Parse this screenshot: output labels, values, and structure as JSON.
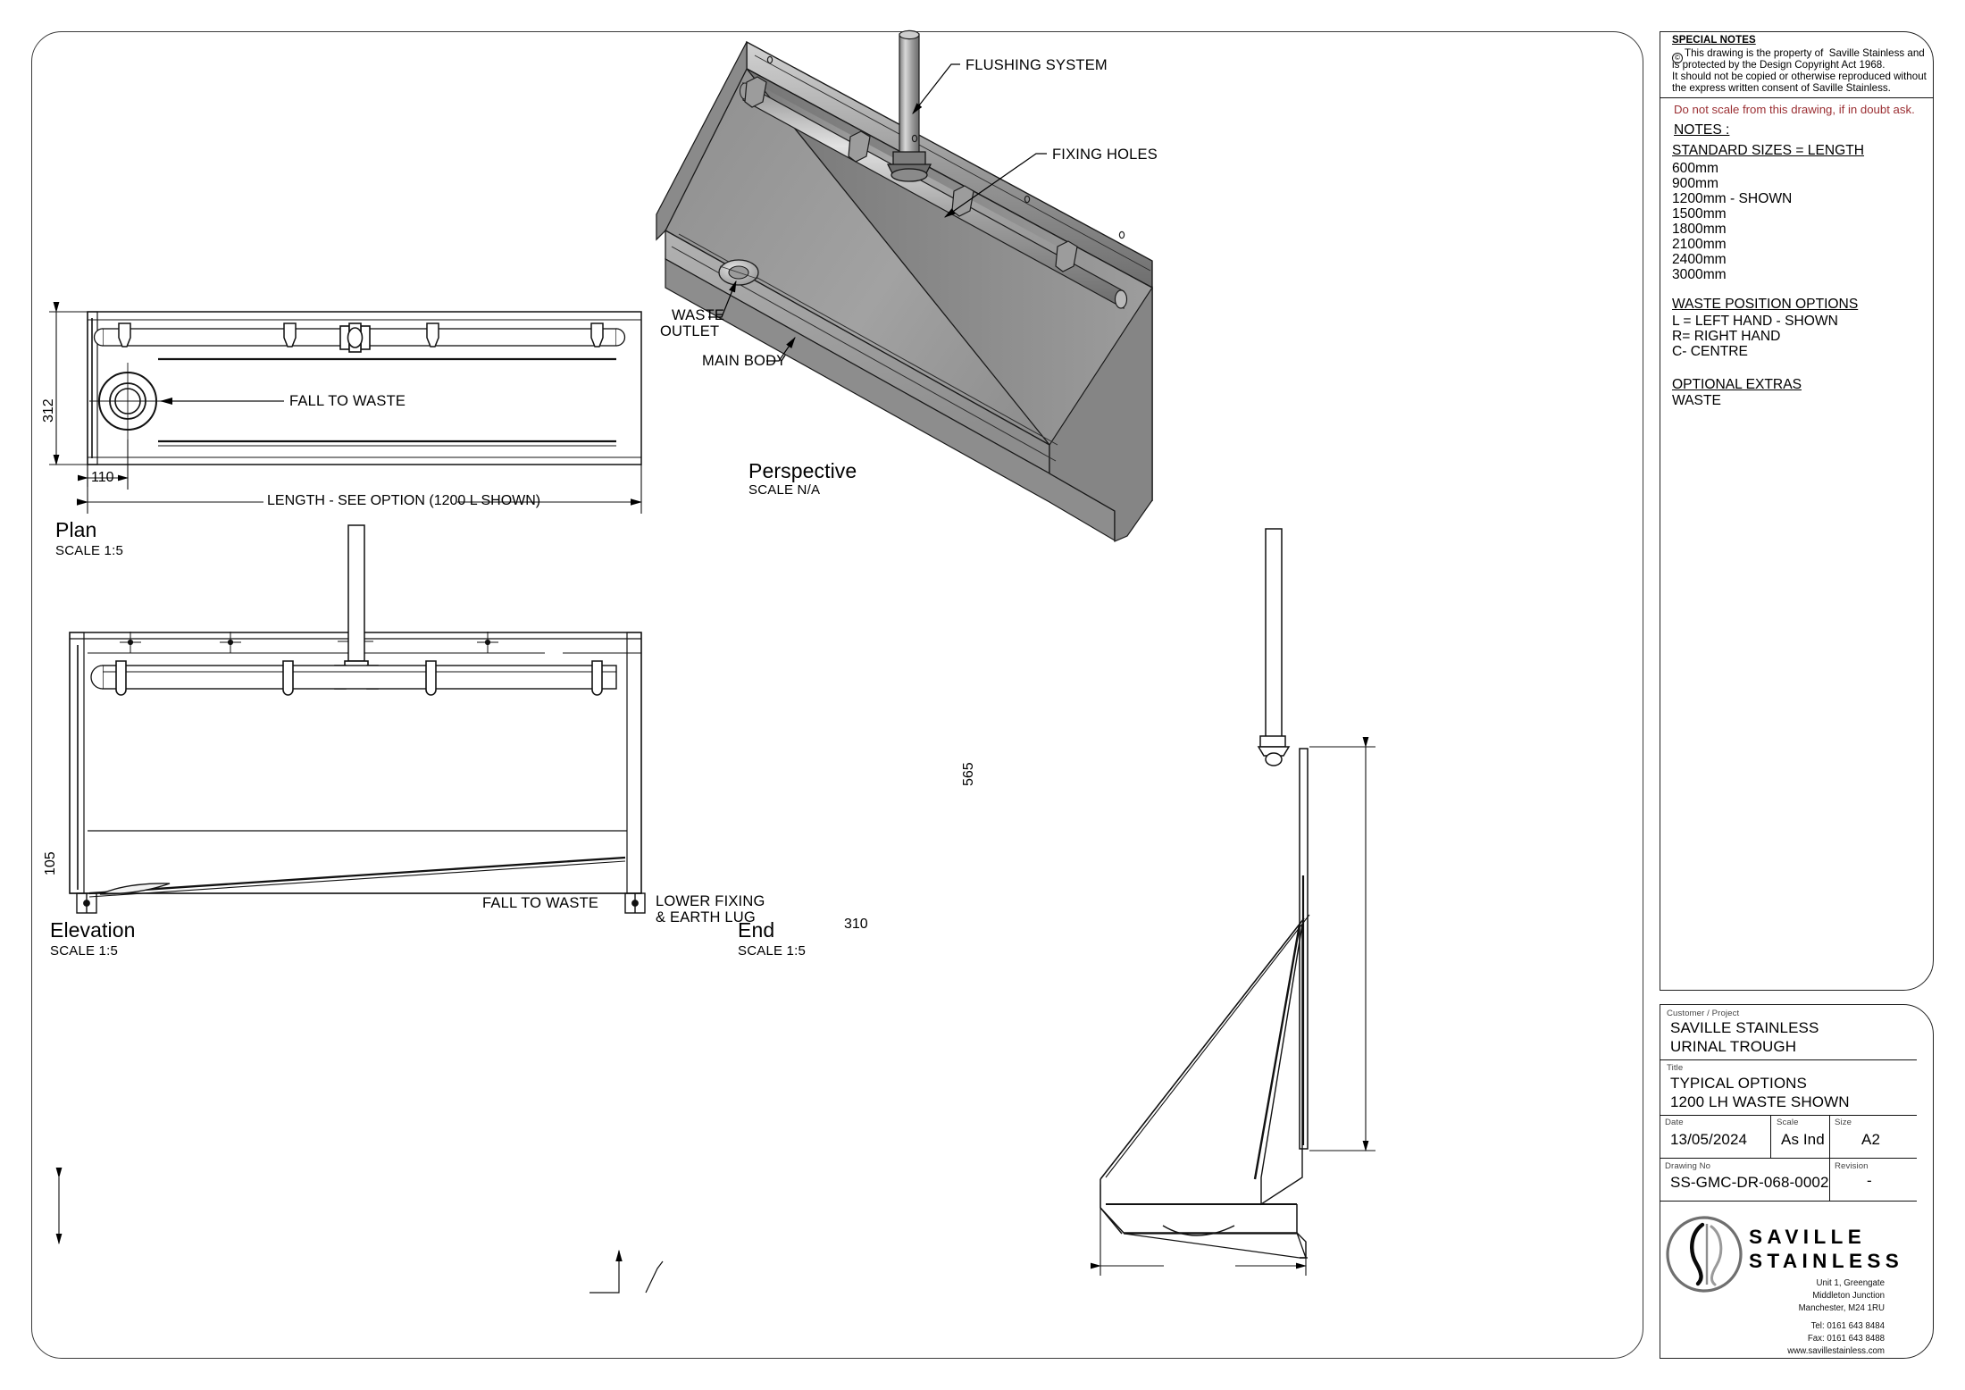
{
  "document": {
    "kind": "engineering-drawing",
    "sheet_size": "A2"
  },
  "views": {
    "plan": {
      "title": "Plan",
      "scale": "SCALE 1:5",
      "dim_width": "312",
      "dim_offset": "110",
      "dim_length": "LENGTH - SEE OPTION (1200 L SHOWN)",
      "callout_fall": "FALL TO WASTE"
    },
    "perspective": {
      "title": "Perspective",
      "scale": "SCALE N/A",
      "callout_flushing": "FLUSHING SYSTEM",
      "callout_fixing": "FIXING HOLES",
      "callout_waste_line1": "WASTE",
      "callout_waste_line2": "OUTLET",
      "callout_body": "MAIN BODY"
    },
    "elevation": {
      "title": "Elevation",
      "scale": "SCALE 1:5",
      "dim_height": "105",
      "callout_fall": "FALL TO WASTE",
      "callout_lug_line1": "LOWER FIXING",
      "callout_lug_line2": "& EARTH LUG"
    },
    "end": {
      "title": "End",
      "scale": "SCALE 1:5",
      "dim_height": "565",
      "dim_depth": "310"
    }
  },
  "notes_panel": {
    "special_notes_heading": "SPECIAL NOTES",
    "copyright_symbol": "©",
    "copyright_lines": [
      "This drawing is the property of  Saville Stainless and",
      "is protected by the Design Copyright Act 1968.",
      "It should not be copied or otherwise reproduced without",
      "the express written consent of Saville Stainless."
    ],
    "warning": "Do not scale from this drawing, if in doubt ask.",
    "notes_heading": "NOTES :",
    "standard_sizes_heading": "STANDARD SIZES = LENGTH",
    "standard_sizes": [
      "600mm",
      "900mm",
      "1200mm - SHOWN",
      "1500mm",
      "1800mm",
      "2100mm",
      "2400mm",
      "3000mm"
    ],
    "waste_position_heading": "WASTE POSITION OPTIONS",
    "waste_positions": [
      "L = LEFT HAND - SHOWN",
      "R= RIGHT HAND",
      "C- CENTRE"
    ],
    "optional_extras_heading": "OPTIONAL EXTRAS",
    "optional_extras": [
      "WASTE"
    ]
  },
  "title_block": {
    "customer_caption": "Customer / Project",
    "customer_line1": "SAVILLE STAINLESS",
    "customer_line2": "URINAL TROUGH",
    "title_caption": "Title",
    "title_line1": "TYPICAL OPTIONS",
    "title_line2": "1200 LH WASTE SHOWN",
    "date_caption": "Date",
    "date_value": "13/05/2024",
    "scale_caption": "Scale",
    "scale_value": "As Ind",
    "size_caption": "Size",
    "size_value": "A2",
    "drawing_no_caption": "Drawing No",
    "drawing_no_value": "SS-GMC-DR-068-0002",
    "revision_caption": "Revision",
    "revision_value": "-"
  },
  "company": {
    "name_line1": "SAVILLE",
    "name_line2": "STAINLESS",
    "address": [
      "Unit 1, Greengate",
      "Middleton Junction",
      "Manchester, M24 1RU"
    ],
    "tel": "Tel:   0161 643 8484",
    "fax": "Fax:   0161 643 8488",
    "web": "www.savillestainless.com"
  },
  "colors": {
    "border": "#3a3a3a",
    "warning_red": "#9b2f33",
    "metal_light": "#c9c9c9",
    "metal_mid": "#a6a6a6",
    "metal_dark": "#8a8a8a",
    "metal_darker": "#6f6f6f",
    "ink": "#000000"
  }
}
